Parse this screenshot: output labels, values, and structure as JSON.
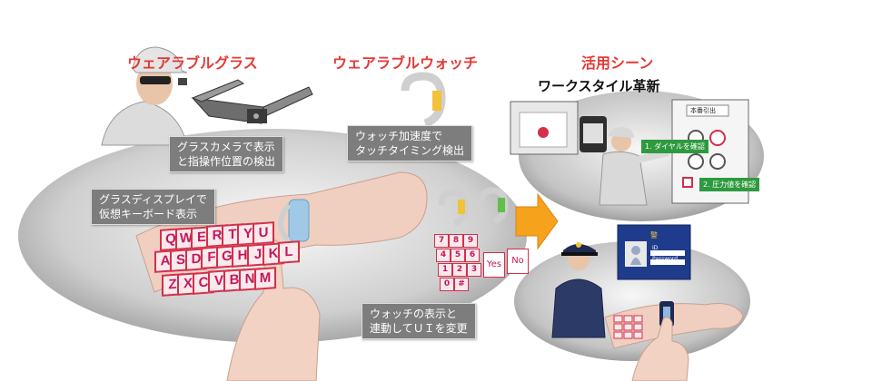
{
  "headings": {
    "glass": "ウェアラブルグラス",
    "watch": "ウェアラブルウォッチ",
    "scenes": "活用シーン",
    "workstyle": "ワークスタイル革新"
  },
  "callouts": {
    "glass_camera": [
      "グラスカメラで表示",
      "と指操作位置の検出"
    ],
    "watch_accel": [
      "ウォッチ加速度で",
      "タッチタイミング検出"
    ],
    "glass_display": [
      "グラスディスプレイで",
      "仮想キーボード表示"
    ],
    "watch_ui": [
      "ウォッチの表示と",
      "連動してＵＩを変更"
    ]
  },
  "keyboard": {
    "rows": [
      [
        "Q",
        "W",
        "E",
        "R",
        "T",
        "Y",
        "U"
      ],
      [
        "A",
        "S",
        "D",
        "F",
        "G",
        "H",
        "J",
        "K",
        "L"
      ],
      [
        "Z",
        "X",
        "C",
        "V",
        "B",
        "N",
        "M"
      ]
    ]
  },
  "numpad": [
    "7",
    "8",
    "9",
    "4",
    "5",
    "6",
    "1",
    "2",
    "3",
    "0",
    "#"
  ],
  "yesno": [
    "Yes",
    "No"
  ],
  "workscene": {
    "panel_title": "本番引出",
    "step1": "1. ダイヤルを確認",
    "step2": "2. 圧力値を確認"
  },
  "id_card": {
    "emblem": "警",
    "id_label": "ID",
    "password_label": "Password"
  },
  "colors": {
    "heading_red": "#e53935",
    "callout_gray": "#7d7d7d",
    "key_red": "#d32f4a",
    "arrow_orange": "#f7a21b",
    "label_green": "#2e9a3f"
  }
}
